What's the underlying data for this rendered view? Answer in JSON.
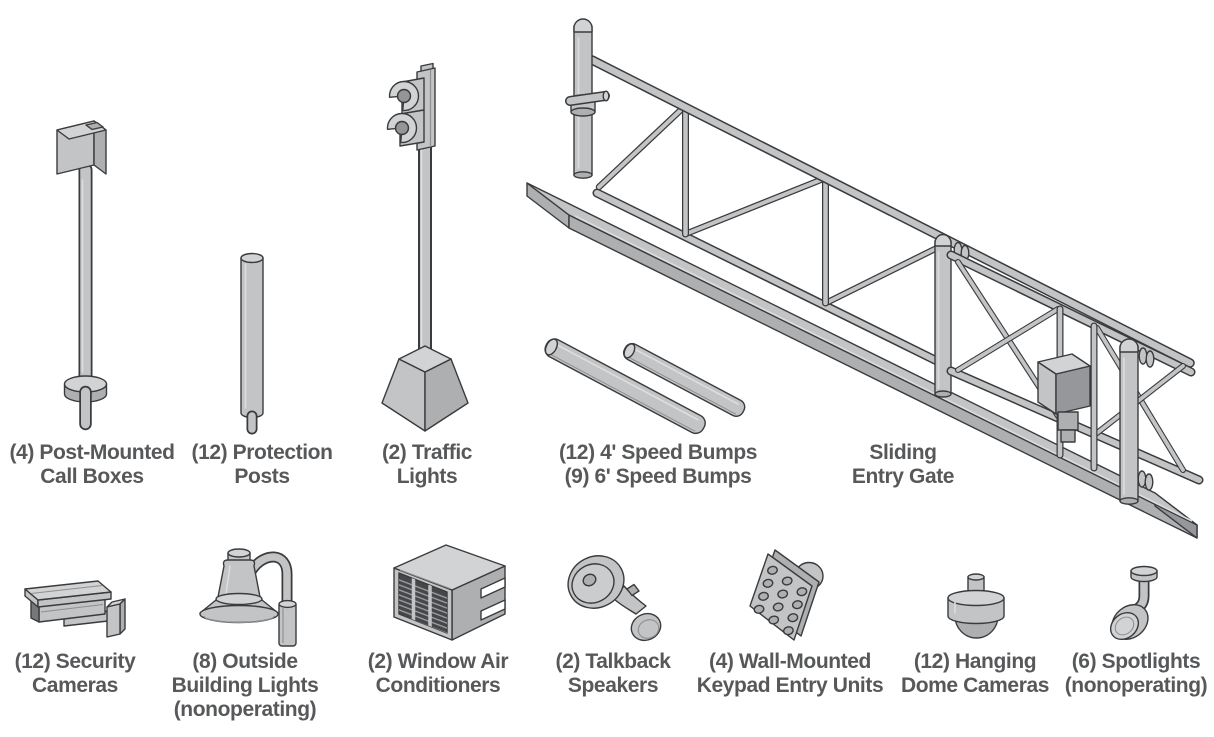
{
  "diagram": {
    "description": "Isometric parts diagram of security and gate accessories with quantities",
    "colors": {
      "background": "#FFFFFF",
      "outline": "#3A3B3D",
      "fill_light": "#D2D3D5",
      "fill_mid": "#C3C4C6",
      "fill_dark": "#AEAFB1",
      "label_text": "#57585A"
    },
    "items": [
      {
        "id": "call-boxes",
        "quantity": 4,
        "item": "Post-Mounted Call Boxes",
        "label": "(4) Post-Mounted\nCall Boxes"
      },
      {
        "id": "protection-posts",
        "quantity": 12,
        "item": "Protection Posts",
        "label": "(12) Protection\nPosts"
      },
      {
        "id": "traffic-lights",
        "quantity": 2,
        "item": "Traffic Lights",
        "label": "(2) Traffic\nLights"
      },
      {
        "id": "speed-bumps",
        "variants": [
          {
            "quantity": 12,
            "size": "4'"
          },
          {
            "quantity": 9,
            "size": "6'"
          }
        ],
        "item": "Speed Bumps",
        "label": "(12) 4' Speed Bumps\n(9) 6' Speed Bumps"
      },
      {
        "id": "sliding-entry-gate",
        "quantity": null,
        "item": "Sliding Entry Gate",
        "label": "Sliding\nEntry Gate"
      },
      {
        "id": "security-cameras",
        "quantity": 12,
        "item": "Security Cameras",
        "label": "(12) Security\nCameras"
      },
      {
        "id": "building-lights",
        "quantity": 8,
        "item": "Outside Building Lights",
        "note": "nonoperating",
        "label": "(8) Outside\nBuilding Lights\n(nonoperating)"
      },
      {
        "id": "window-ac",
        "quantity": 2,
        "item": "Window Air Conditioners",
        "label": "(2) Window Air\nConditioners"
      },
      {
        "id": "talkback-speakers",
        "quantity": 2,
        "item": "Talkback Speakers",
        "label": "(2) Talkback\nSpeakers"
      },
      {
        "id": "keypad-units",
        "quantity": 4,
        "item": "Wall-Mounted Keypad Entry Units",
        "label": "(4) Wall-Mounted\nKeypad Entry Units"
      },
      {
        "id": "dome-cameras",
        "quantity": 12,
        "item": "Hanging Dome Cameras",
        "label": "(12) Hanging\nDome Cameras"
      },
      {
        "id": "spotlights",
        "quantity": 6,
        "item": "Spotlights",
        "note": "nonoperating",
        "label": "(6) Spotlights\n(nonoperating)"
      }
    ]
  }
}
